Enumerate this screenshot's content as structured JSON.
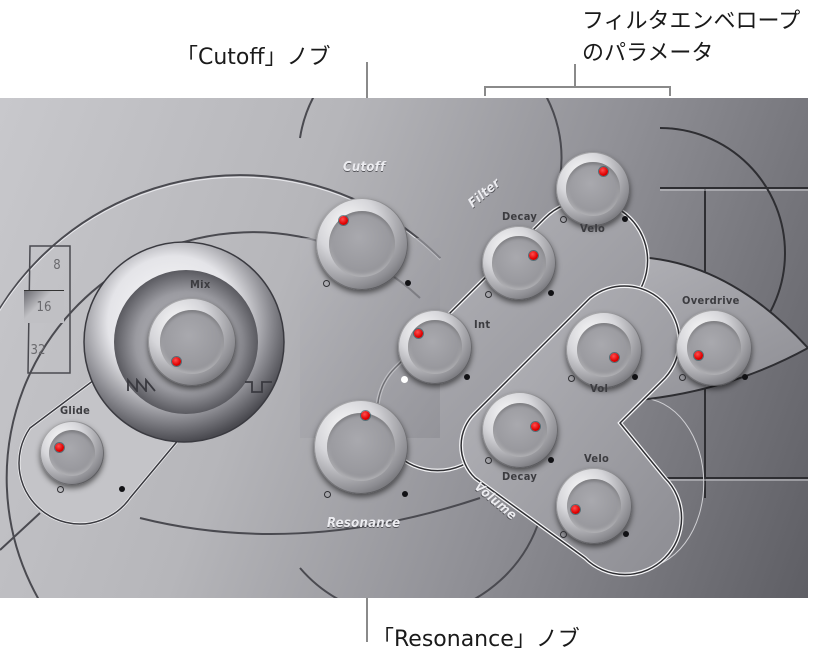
{
  "callouts": {
    "cutoff_knob": "「Cutoff」ノブ",
    "filter_envelope_line1": "フィルタエンベロープ",
    "filter_envelope_line2": "のパラメータ",
    "resonance_knob": "「Resonance」ノブ"
  },
  "synth_panel": {
    "octave_selector": {
      "options": [
        "8",
        "16",
        "32"
      ],
      "selected": "16"
    },
    "mix": {
      "label": "Mix",
      "left_wave_icon": "sawtooth-wave-icon",
      "right_wave_icon": "square-wave-icon"
    },
    "glide": {
      "label": "Glide"
    },
    "cutoff": {
      "label": "Cutoff"
    },
    "resonance": {
      "label": "Resonance"
    },
    "filter_section": {
      "label": "Filter",
      "knobs": {
        "int": "Int",
        "decay": "Decay",
        "velo": "Velo"
      }
    },
    "volume_section": {
      "label": "Volume",
      "knobs": {
        "vol": "Vol",
        "decay": "Decay",
        "velo": "Velo"
      }
    },
    "overdrive": {
      "label": "Overdrive"
    },
    "colors": {
      "indicator_red": "#e00000",
      "panel_light": "#c8c8cc",
      "panel_dark": "#5e5e64"
    }
  }
}
